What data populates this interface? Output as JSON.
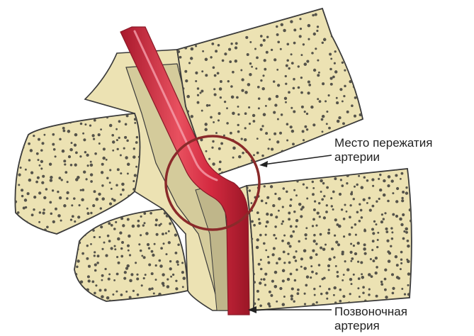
{
  "labels": {
    "compression_site": {
      "line1": "Место пережатия",
      "line2": "артерии"
    },
    "vertebral_artery": {
      "line1": "Позвоночная",
      "line2": "артерия"
    }
  },
  "colors": {
    "bone_fill": "#ece2b3",
    "bone_outline": "#3a3a3a",
    "bone_dot": "#55534a",
    "artery_red": "#d42a40",
    "artery_highlight": "#f08090",
    "artery_dark": "#8a1a28",
    "circle": "#8a2a2a",
    "shadow_fill": "#d8cfa0"
  },
  "icons": {
    "arrow_compression": "arrow-left-icon",
    "arrow_artery": "arrow-left-icon"
  }
}
